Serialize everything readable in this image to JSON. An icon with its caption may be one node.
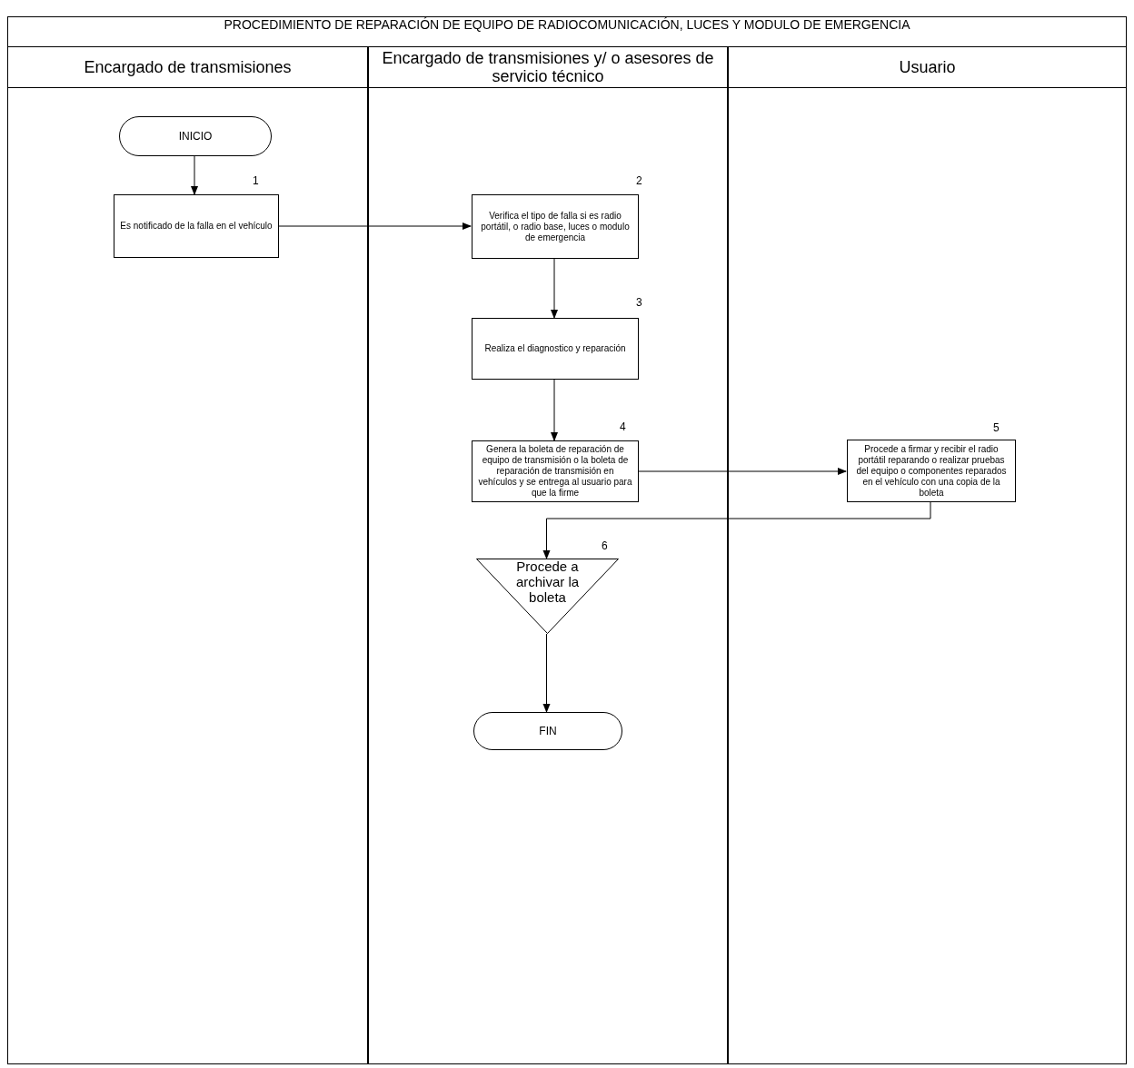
{
  "diagram": {
    "title": "PROCEDIMIENTO DE REPARACIÓN DE EQUIPO DE RADIOCOMUNICACIÓN, LUCES Y MODULO DE EMERGENCIA",
    "nodes": [
      {
        "text": [
          "Encargado de transmisiones"
        ]
      },
      {
        "text": [
          "Encargado de transmisiones y/ o asesores de servicio técnico"
        ]
      },
      {
        "text": [
          "Usuario"
        ]
      },
      {
        "text": [
          "INICIO"
        ],
        "in": 0
      },
      {
        "text": [
          "Es notificado de la falla en el vehículo"
        ],
        "in": 0,
        "beside": [
          "1"
        ]
      },
      {
        "text": [
          "Verifica el tipo de falla si es radio portátil, o radio base, luces o modulo de emergencia"
        ],
        "in": 1,
        "beside": [
          "2"
        ]
      },
      {
        "text": [
          "Realiza el diagnostico y reparación"
        ],
        "in": 1,
        "beside": [
          "3"
        ]
      },
      {
        "text": [
          "Genera la boleta de reparación de equipo de transmisión o la boleta de reparación de transmisión en vehículos y se entrega al usuario para que la firme"
        ],
        "in": 1,
        "beside": [
          "4"
        ]
      },
      {
        "text": [
          "Procede a firmar y recibir el radio portátil reparando o realizar pruebas del equipo o componentes reparados en el vehículo  con una copia de la boleta"
        ],
        "in": 2,
        "beside": [
          "5"
        ]
      },
      {
        "text": [
          "Procede a archivar la boleta"
        ],
        "in": 1,
        "beside": [
          "6"
        ]
      },
      {
        "text": [
          "FIN"
        ],
        "in": 1
      }
    ],
    "edges": [
      {
        "from": 3,
        "to": 4,
        "arrow": "to"
      },
      {
        "from": 4,
        "to": 5,
        "arrow": "to"
      },
      {
        "from": 5,
        "to": 6,
        "arrow": "to"
      },
      {
        "from": 6,
        "to": 7,
        "arrow": "to"
      },
      {
        "from": 7,
        "to": 8,
        "arrow": "to"
      },
      {
        "from": 8,
        "to": 9,
        "arrow": "to"
      },
      {
        "from": 9,
        "to": 10,
        "arrow": "to"
      }
    ]
  }
}
